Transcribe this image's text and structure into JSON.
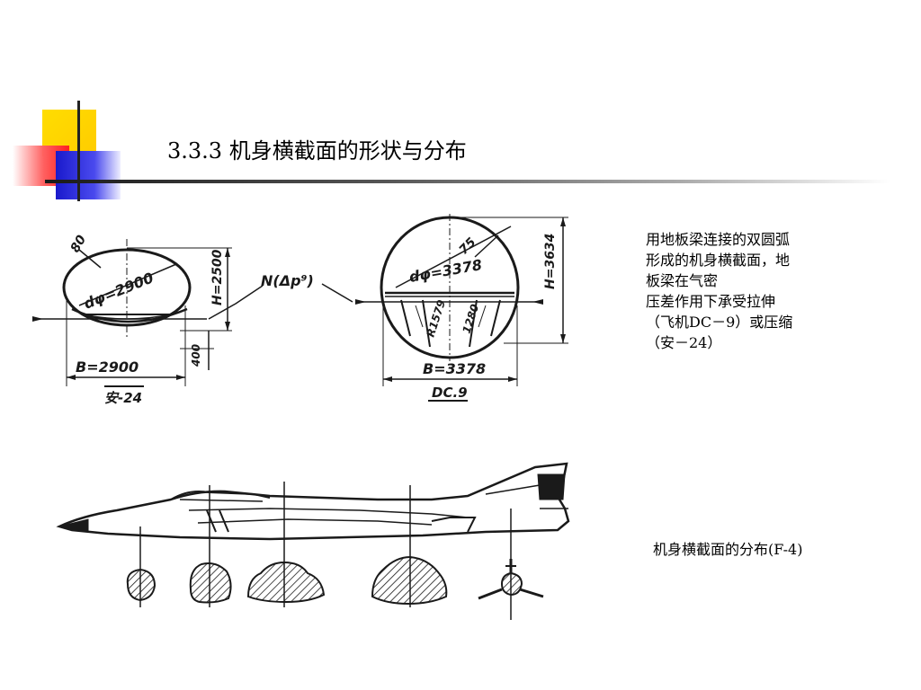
{
  "header": {
    "title": "3.3.3 机身横截面的形状与分布"
  },
  "description": {
    "lines": [
      "用地板梁连接的双圆弧",
      "形成的机身横截面，地",
      "板梁在气密",
      "压差作用下承受拉伸",
      "（飞机DC－9）或压缩",
      "（安－24）"
    ]
  },
  "caption": "机身横截面的分布(F-4)",
  "figure_left": {
    "dim_80": "80",
    "dim_dphi": "dφ=2900",
    "dim_h": "H=2500",
    "dim_400": "400",
    "dim_b": "B=2900",
    "name": "安-24"
  },
  "figure_middle": {
    "label_n": "N(Δp⁹)"
  },
  "figure_right": {
    "dim_75": "75",
    "dim_dphi": "dφ=3378",
    "dim_h": "H=3634",
    "dim_r": "R1579",
    "dim_1280": "1280",
    "dim_b": "B=3378",
    "name": "DC.9"
  },
  "colors": {
    "accent_yellow": "#ffcc00",
    "accent_red": "#ff3030",
    "accent_blue": "#2a2add",
    "line_dark": "#1a1a1a"
  }
}
